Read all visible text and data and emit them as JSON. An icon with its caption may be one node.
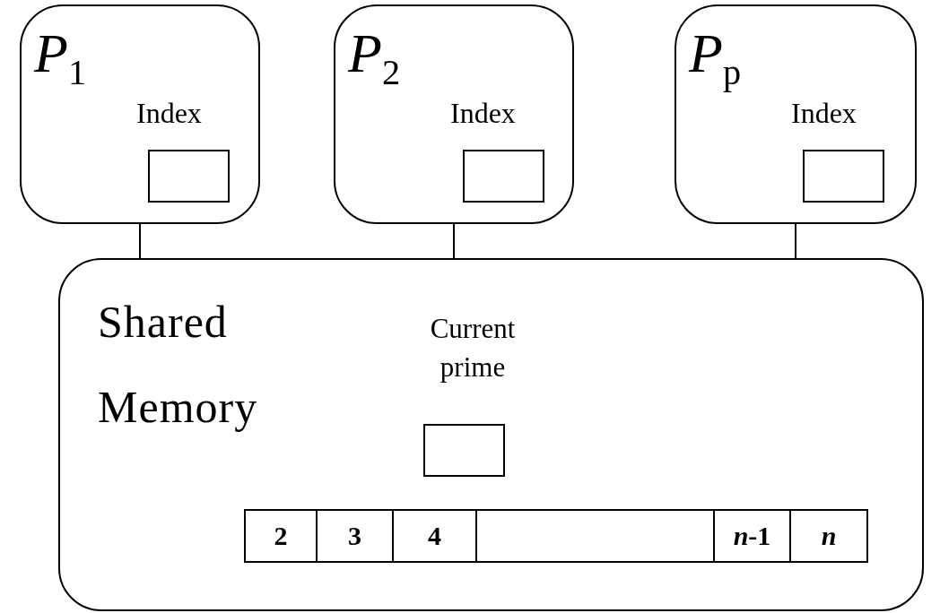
{
  "diagram": {
    "nodes": [
      {
        "text": [
          "*P*$_{1}$",
          "Index"
        ]
      },
      {
        "text": [],
        "shape": "box",
        "in": 0
      },
      {
        "text": [
          "*P*$_{2}$",
          "Index"
        ]
      },
      {
        "text": [],
        "shape": "box",
        "in": 2
      },
      {
        "text": [
          "*P*$_{p}$",
          "Index"
        ]
      },
      {
        "text": [],
        "shape": "box",
        "in": 4
      },
      {
        "text": [
          "Shared Memory",
          "Current prime"
        ]
      },
      {
        "text": [],
        "shape": "box",
        "in": 6
      },
      {
        "text": [
          "2"
        ],
        "in": 6
      },
      {
        "text": [
          "3"
        ],
        "in": 6
      },
      {
        "text": [
          "4"
        ],
        "in": 6
      },
      {
        "text": [],
        "shape": "box",
        "in": 6
      },
      {
        "text": [
          "*n*-1"
        ],
        "in": 6
      },
      {
        "text": [
          "*n*"
        ],
        "in": 6
      }
    ],
    "edges": [
      {
        "from": 0,
        "to": 6,
        "arrow": "none"
      },
      {
        "from": 2,
        "to": 6,
        "arrow": "none"
      },
      {
        "from": 4,
        "to": 6,
        "arrow": "none"
      }
    ]
  }
}
